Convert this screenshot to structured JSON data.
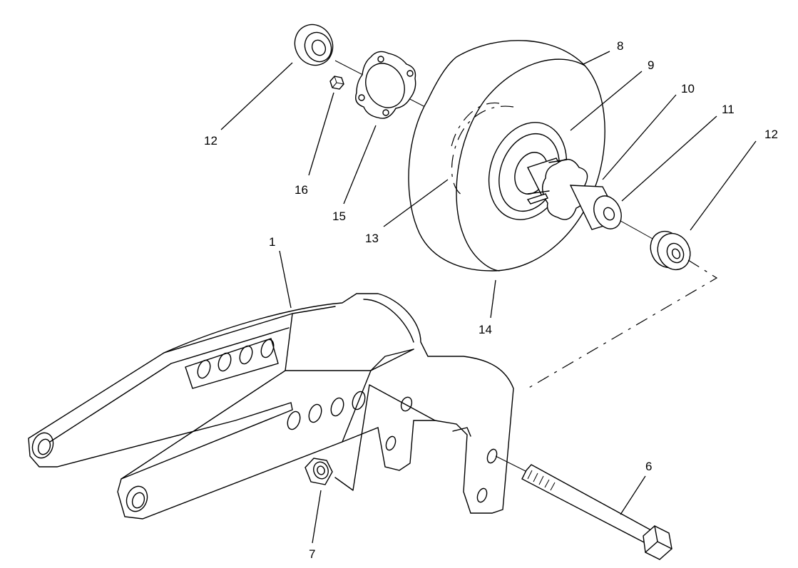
{
  "callouts": {
    "c1": "1",
    "c6": "6",
    "c7": "7",
    "c8": "8",
    "c9": "9",
    "c10": "10",
    "c11": "11",
    "c12a": "12",
    "c12b": "12",
    "c13": "13",
    "c14": "14",
    "c15": "15",
    "c16": "16"
  }
}
